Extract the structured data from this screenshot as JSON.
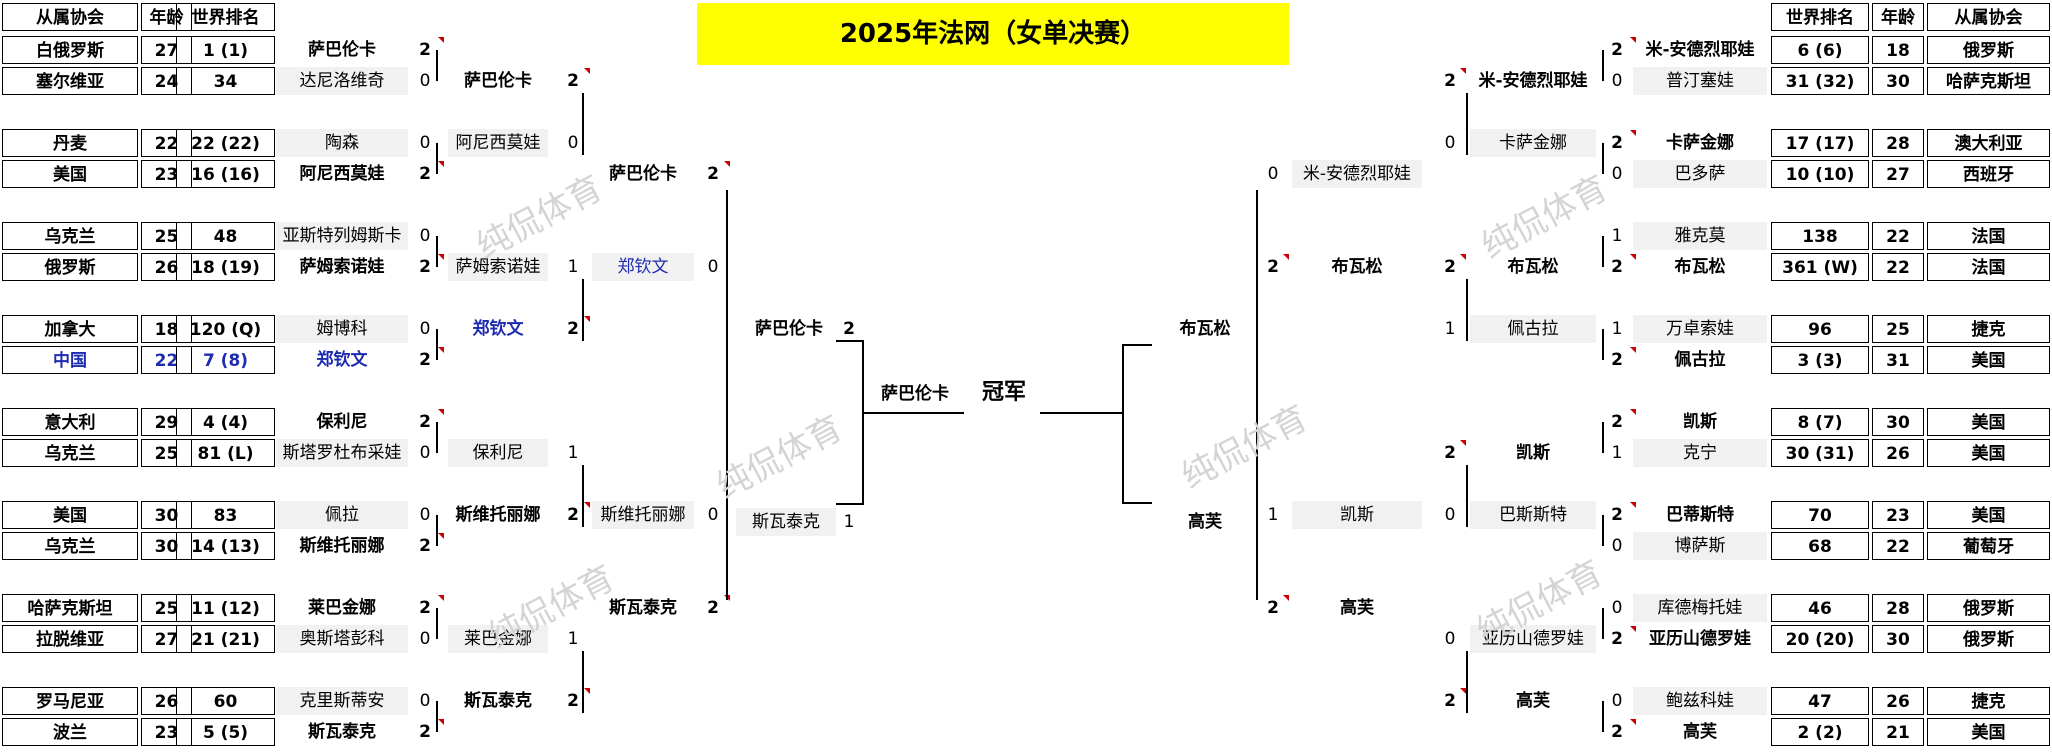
{
  "title": "2025年法网（女单决赛）",
  "watermark": "纯侃体育",
  "headers": {
    "assoc": "从属协会",
    "age": "年龄",
    "rank": "世界排名"
  },
  "left_players": [
    {
      "assoc": "白俄罗斯",
      "age": "27",
      "rank": "1 (1)",
      "name": "萨巴伦卡",
      "score": "2",
      "bold": true
    },
    {
      "assoc": "塞尔维亚",
      "age": "24",
      "rank": "34",
      "name": "达尼洛维奇",
      "score": "0"
    },
    {
      "assoc": "丹麦",
      "age": "22",
      "rank": "22 (22)",
      "name": "陶森",
      "score": "0"
    },
    {
      "assoc": "美国",
      "age": "23",
      "rank": "16 (16)",
      "name": "阿尼西莫娃",
      "score": "2",
      "bold": true
    },
    {
      "assoc": "乌克兰",
      "age": "25",
      "rank": "48",
      "name": "亚斯特列姆斯卡",
      "score": "0"
    },
    {
      "assoc": "俄罗斯",
      "age": "26",
      "rank": "18 (19)",
      "name": "萨姆索诺娃",
      "score": "2",
      "bold": true
    },
    {
      "assoc": "加拿大",
      "age": "18",
      "rank": "120 (Q)",
      "name": "姆博科",
      "score": "0"
    },
    {
      "assoc": "中国",
      "age": "22",
      "rank": "7 (8)",
      "name": "郑钦文",
      "score": "2",
      "bold": true,
      "blue": true
    },
    {
      "assoc": "意大利",
      "age": "29",
      "rank": "4 (4)",
      "name": "保利尼",
      "score": "2",
      "bold": true
    },
    {
      "assoc": "乌克兰",
      "age": "25",
      "rank": "81 (L)",
      "name": "斯塔罗杜布采娃",
      "score": "0"
    },
    {
      "assoc": "美国",
      "age": "30",
      "rank": "83",
      "name": "佩拉",
      "score": "0"
    },
    {
      "assoc": "乌克兰",
      "age": "30",
      "rank": "14 (13)",
      "name": "斯维托丽娜",
      "score": "2",
      "bold": true
    },
    {
      "assoc": "哈萨克斯坦",
      "age": "25",
      "rank": "11 (12)",
      "name": "莱巴金娜",
      "score": "2",
      "bold": true
    },
    {
      "assoc": "拉脱维亚",
      "age": "27",
      "rank": "21 (21)",
      "name": "奥斯塔彭科",
      "score": "0"
    },
    {
      "assoc": "罗马尼亚",
      "age": "26",
      "rank": "60",
      "name": "克里斯蒂安",
      "score": "0"
    },
    {
      "assoc": "波兰",
      "age": "23",
      "rank": "5 (5)",
      "name": "斯瓦泰克",
      "score": "2",
      "bold": true
    }
  ],
  "right_players": [
    {
      "assoc": "俄罗斯",
      "age": "18",
      "rank": "6 (6)",
      "name": "米-安德烈耶娃",
      "score": "2",
      "bold": true
    },
    {
      "assoc": "哈萨克斯坦",
      "age": "30",
      "rank": "31 (32)",
      "name": "普汀塞娃",
      "score": "0"
    },
    {
      "assoc": "澳大利亚",
      "age": "28",
      "rank": "17 (17)",
      "name": "卡萨金娜",
      "score": "2",
      "bold": true
    },
    {
      "assoc": "西班牙",
      "age": "27",
      "rank": "10 (10)",
      "name": "巴多萨",
      "score": "0"
    },
    {
      "assoc": "法国",
      "age": "22",
      "rank": "138",
      "name": "雅克莫",
      "score": "1"
    },
    {
      "assoc": "法国",
      "age": "22",
      "rank": "361 (W)",
      "name": "布瓦松",
      "score": "2",
      "bold": true
    },
    {
      "assoc": "捷克",
      "age": "25",
      "rank": "96",
      "name": "万卓索娃",
      "score": "1"
    },
    {
      "assoc": "美国",
      "age": "31",
      "rank": "3 (3)",
      "name": "佩古拉",
      "score": "2",
      "bold": true
    },
    {
      "assoc": "美国",
      "age": "30",
      "rank": "8 (7)",
      "name": "凯斯",
      "score": "2",
      "bold": true
    },
    {
      "assoc": "美国",
      "age": "26",
      "rank": "30 (31)",
      "name": "克宁",
      "score": "1"
    },
    {
      "assoc": "美国",
      "age": "23",
      "rank": "70",
      "name": "巴蒂斯特",
      "score": "2",
      "bold": true
    },
    {
      "assoc": "葡萄牙",
      "age": "22",
      "rank": "68",
      "name": "博萨斯",
      "score": "0"
    },
    {
      "assoc": "俄罗斯",
      "age": "28",
      "rank": "46",
      "name": "库德梅托娃",
      "score": "0"
    },
    {
      "assoc": "俄罗斯",
      "age": "30",
      "rank": "20 (20)",
      "name": "亚历山德罗娃",
      "score": "2",
      "bold": true
    },
    {
      "assoc": "捷克",
      "age": "26",
      "rank": "47",
      "name": "鲍兹科娃",
      "score": "0"
    },
    {
      "assoc": "美国",
      "age": "21",
      "rank": "2 (2)",
      "name": "高芙",
      "score": "2",
      "bold": true
    }
  ],
  "left_r16": [
    {
      "name": "萨巴伦卡",
      "score": "2",
      "bold": true
    },
    {
      "name": "阿尼西莫娃",
      "score": "0"
    },
    {
      "name": "萨姆索诺娃",
      "score": "1"
    },
    {
      "name": "郑钦文",
      "score": "2",
      "bold": true,
      "blue": true
    },
    {
      "name": "保利尼",
      "score": "1"
    },
    {
      "name": "斯维托丽娜",
      "score": "2",
      "bold": true
    },
    {
      "name": "莱巴金娜",
      "score": "1"
    },
    {
      "name": "斯瓦泰克",
      "score": "2",
      "bold": true
    }
  ],
  "right_r16": [
    {
      "name": "米-安德烈耶娃",
      "score": "2",
      "bold": true
    },
    {
      "name": "卡萨金娜",
      "score": "0"
    },
    {
      "name": "布瓦松",
      "score": "2",
      "bold": true
    },
    {
      "name": "佩古拉",
      "score": "1"
    },
    {
      "name": "凯斯",
      "score": "2",
      "bold": true
    },
    {
      "name": "巴斯斯特",
      "score": "0"
    },
    {
      "name": "亚历山德罗娃",
      "score": "0"
    },
    {
      "name": "高芙",
      "score": "2",
      "bold": true
    }
  ],
  "left_qf": [
    {
      "name": "萨巴伦卡",
      "score": "2",
      "bold": true
    },
    {
      "name": "郑钦文",
      "score": "0",
      "blue": true
    },
    {
      "name": "斯维托丽娜",
      "score": "0"
    },
    {
      "name": "斯瓦泰克",
      "score": "2",
      "bold": true
    }
  ],
  "right_qf": [
    {
      "name": "米-安德烈耶娃",
      "score": "0"
    },
    {
      "name": "布瓦松",
      "score": "2",
      "bold": true
    },
    {
      "name": "凯斯",
      "score": "1"
    },
    {
      "name": "高芙",
      "score": "2",
      "bold": true
    }
  ],
  "left_sf": [
    {
      "name": "萨巴伦卡",
      "score": "2",
      "bold": true
    },
    {
      "name": "斯瓦泰克",
      "score": "1"
    }
  ],
  "right_sf": [
    {
      "name": "布瓦松",
      "score": ""
    },
    {
      "name": "高芙",
      "score": ""
    }
  ],
  "final": {
    "left_name": "萨巴伦卡",
    "champion_label": "冠军"
  }
}
